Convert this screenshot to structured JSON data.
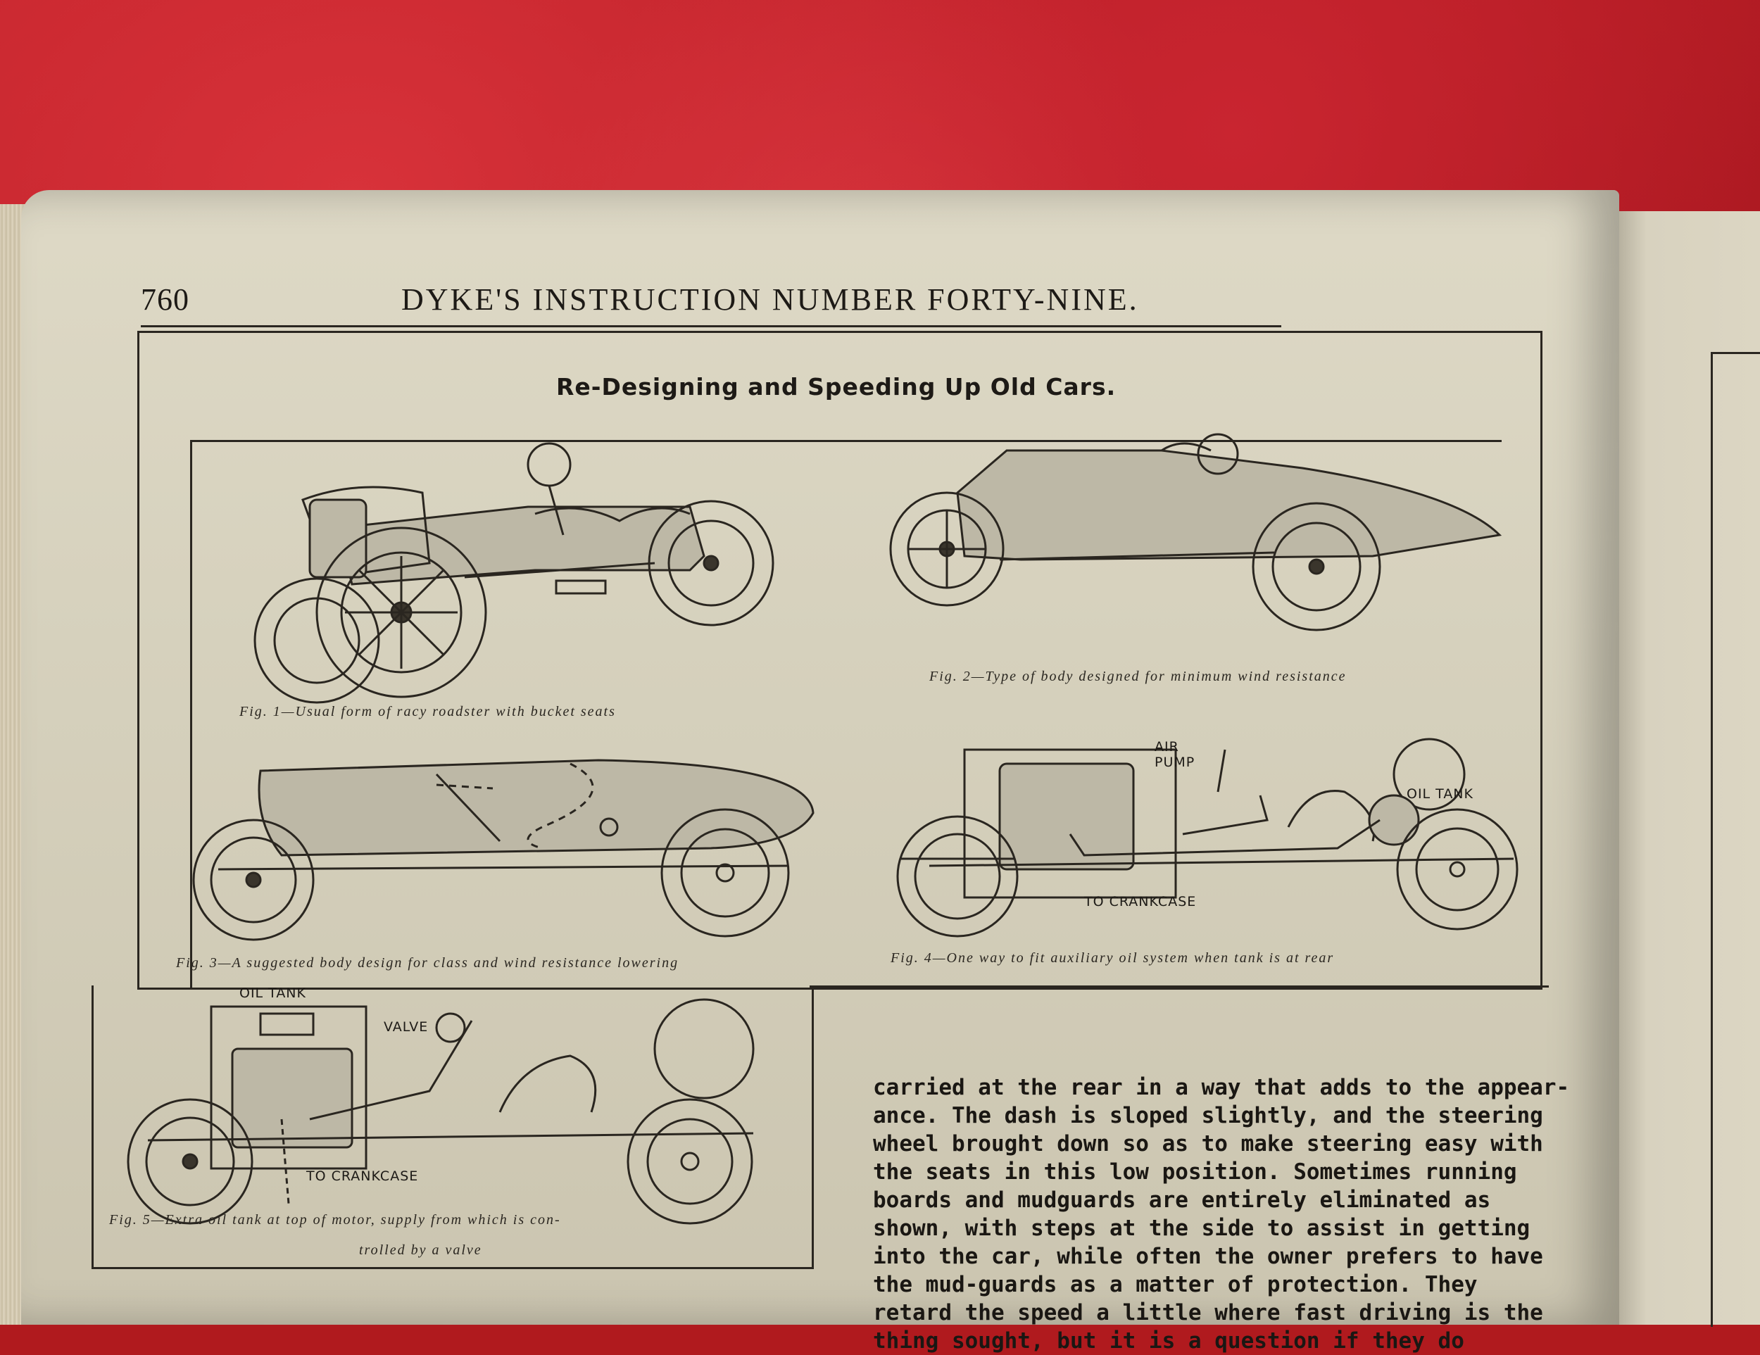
{
  "page": {
    "number": "760",
    "running_title": "DYKE'S INSTRUCTION NUMBER FORTY-NINE."
  },
  "plate": {
    "title": "Re-Designing and Speeding Up Old Cars."
  },
  "figures": [
    {
      "id": "fig1",
      "caption": "Fig. 1—Usual form of racy roadster with bucket seats"
    },
    {
      "id": "fig2",
      "caption": "Fig. 2—Type of body designed for minimum wind resistance"
    },
    {
      "id": "fig3",
      "caption": "Fig. 3—A suggested body design for class and wind resistance lowering"
    },
    {
      "id": "fig4",
      "caption": "Fig. 4—One way to fit auxiliary oil system when tank is at rear",
      "labels": {
        "air": "AIR",
        "pump": "PUMP",
        "oil_tank": "OIL TANK",
        "to_crankcase": "TO CRANKCASE"
      }
    },
    {
      "id": "fig5",
      "caption_line1": "Fig. 5—Extra oil tank at top of motor, supply from which is con-",
      "caption_line2": "trolled by a valve",
      "labels": {
        "oil_tank": "OIL TANK",
        "valve": "VALVE",
        "to_crankcase": "TO CRANKCASE"
      }
    }
  ],
  "body_text": [
    "carried at the rear in a way that adds to the appear-",
    "ance.  The dash is sloped slightly, and the steering",
    "wheel brought down so as to make steering easy with",
    "the seats in this low position.  Sometimes running",
    "boards and mudguards are entirely eliminated as",
    "shown, with steps at the side to assist in getting",
    "into the car, while often the owner prefers to have",
    "the mud-guards as a matter of protection.  They",
    "retard the speed a little where fast driving is the",
    "thing sought, but it is a question if they do"
  ]
}
